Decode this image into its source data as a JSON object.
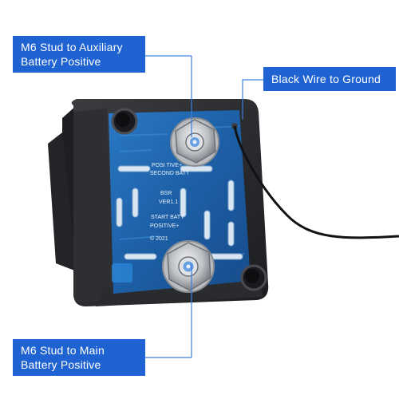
{
  "callouts": {
    "aux_stud": "M6 Stud to Auxiliary\nBattery Positive",
    "ground_wire": "Black Wire to Ground",
    "main_stud": "M6 Stud to Main\nBattery Positive"
  },
  "board_text": {
    "positive_second_batt": "POSI TIVE+\nSECOND BATT",
    "model": "BSR\nVER1.1",
    "start_batt_positive": "START BATT\nPOSITIVE+",
    "copyright": "© 2021"
  },
  "colors": {
    "callout_blue": "#1f63d2",
    "leader_line": "#3f7fe0",
    "housing": "#2a2c30",
    "pcb_blue": "#1d5fa6"
  }
}
